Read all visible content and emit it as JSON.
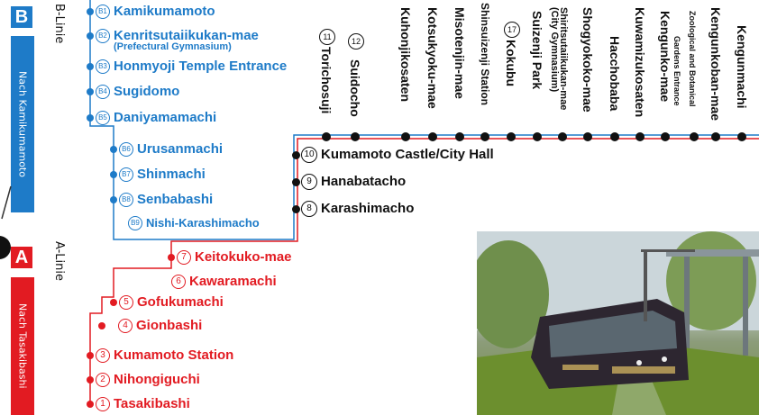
{
  "colors": {
    "b_line": "#1e7bc8",
    "a_line": "#e21b22",
    "shared": "#111111"
  },
  "b_line": {
    "badge": "B",
    "name": "B-Linie",
    "direction": "Nach Kamikumamoto",
    "stations": [
      {
        "num": "B1",
        "name": "Kamikumamoto"
      },
      {
        "num": "B2",
        "name": "Kenritsutaiikukan-mae",
        "sub": "(Prefectural Gymnasium)"
      },
      {
        "num": "B3",
        "name": "Honmyoji Temple Entrance"
      },
      {
        "num": "B4",
        "name": "Sugidomo"
      },
      {
        "num": "B5",
        "name": "Daniyamamachi"
      },
      {
        "num": "B6",
        "name": "Urusanmachi"
      },
      {
        "num": "B7",
        "name": "Shinmachi"
      },
      {
        "num": "B8",
        "name": "Senbabashi"
      },
      {
        "num": "B9",
        "name": "Nishi-Karashimacho"
      }
    ]
  },
  "a_line": {
    "badge": "A",
    "name": "A-Linie",
    "direction": "Nach Tasakibashi",
    "stations": [
      {
        "num": "7",
        "name": "Keitokuko-mae"
      },
      {
        "num": "6",
        "name": "Kawaramachi"
      },
      {
        "num": "5",
        "name": "Gofukumachi"
      },
      {
        "num": "4",
        "name": "Gionbashi"
      },
      {
        "num": "3",
        "name": "Kumamoto Station"
      },
      {
        "num": "2",
        "name": "Nihongiguchi"
      },
      {
        "num": "1",
        "name": "Tasakibashi"
      }
    ]
  },
  "shared_stations": [
    {
      "num": "10",
      "name": "Kumamoto Castle/City Hall"
    },
    {
      "num": "9",
      "name": "Hanabatacho"
    },
    {
      "num": "8",
      "name": "Karashimacho"
    }
  ],
  "top_stations": [
    {
      "num": "11",
      "name": "Torichosuji"
    },
    {
      "num": "12",
      "name": "Suidocho"
    },
    {
      "num": "",
      "name": "Kuhonjikosaten"
    },
    {
      "num": "",
      "name": "Kotsukyoku-mae"
    },
    {
      "num": "",
      "name": "Misotenjin-mae"
    },
    {
      "num": "",
      "name": "Shinsuizenji Station"
    },
    {
      "num": "17",
      "name": "Kokubu"
    },
    {
      "num": "",
      "name": "Suizenji Park"
    },
    {
      "num": "",
      "name": "Shiritsutaiikukan-mae",
      "sub": "(City Gymnasium)"
    },
    {
      "num": "",
      "name": "Shogyokoko-mae"
    },
    {
      "num": "",
      "name": "Hacchobaba"
    },
    {
      "num": "",
      "name": "Kuwamizukosaten"
    },
    {
      "num": "",
      "name": "Kengunko-mae",
      "sub": "Gardens Entrance"
    },
    {
      "num": "",
      "name": "Zoological and Botanical"
    },
    {
      "num": "",
      "name": "Kengunkoban-mae"
    },
    {
      "num": "",
      "name": "Kengunmachi"
    }
  ]
}
